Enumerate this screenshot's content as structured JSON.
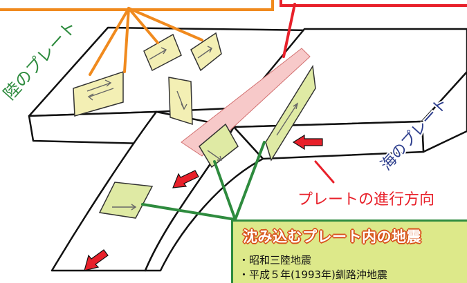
{
  "labels": {
    "land_plate": "陸のプレート",
    "sea_plate": "海のプレート",
    "direction": "プレートの進行方向"
  },
  "callout": {
    "title": "沈み込むプレート内の地震",
    "items": [
      "昭和三陸地震",
      "平成５年(1993年)釧路沖地震"
    ]
  },
  "colors": {
    "orange_leader": "#f08a1e",
    "red_leader": "#e8202a",
    "green_leader": "#2e8b3e",
    "arrow_red": "#e8202a",
    "fault_plane": "#f3efb4",
    "interface_pink": "#f7c9c9",
    "slab_plane": "#dfeaa4",
    "callout_fill": "#dde98a",
    "land_label": "#2e8b3e",
    "sea_label": "#2b3c8c",
    "direction_label": "#e8202a"
  }
}
